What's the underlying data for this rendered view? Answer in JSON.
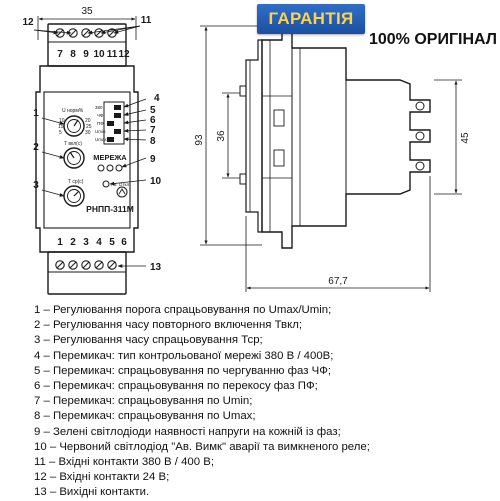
{
  "badges": {
    "guarantee": "ГАРАНТІЯ",
    "original": "100% ОРИГІНАЛ"
  },
  "colors": {
    "badge_blue": "#1c4f9e",
    "badge_text": "#ffd24a",
    "line": "#1a1a1a"
  },
  "front_view": {
    "width_dim": "35",
    "callout_top_left": "12",
    "callout_top_right": "11",
    "top_terminals": [
      "7",
      "8",
      "9",
      "10",
      "11",
      "12"
    ],
    "bottom_terminals": [
      "1",
      "2",
      "3",
      "4",
      "5",
      "6"
    ],
    "side_callouts_left": [
      "1",
      "2",
      "3"
    ],
    "side_callouts_right": [
      "4",
      "5",
      "6",
      "7",
      "8",
      "9",
      "10"
    ],
    "bottom_callout": "13",
    "panel": {
      "u_label": "U норм%",
      "t_on_label": "T вкл(с)",
      "t_sr_label": "T ср(с)",
      "u_ticks_left": [
        "10",
        "15",
        "5"
      ],
      "u_ticks_right": [
        "20",
        "25",
        "30"
      ],
      "switch_labels": [
        "380",
        "ЧФ",
        "ПФ",
        "Umin",
        "Umax"
      ],
      "mains_label": "МЕРЕЖА",
      "fault_label": "Ав. Откл.",
      "model": "РНПП-311М"
    }
  },
  "side_view": {
    "height_dim": "93",
    "inner_dim": "36",
    "right_dim": "45",
    "depth_dim": "67,7"
  },
  "legend": [
    "1 – Регулювання порога спрацьовування по Umax/Umin;",
    "2 – Регулювання часу повторного включення Твкл;",
    "3 – Регулювання часу спрацьовування Тср;",
    "4 – Перемикач: тип контрольованої мережі 380 В / 400В;",
    "5 – Перемикач: спрацьовування по чергуванню фаз ЧФ;",
    "6 – Перемикач: спрацьовування по перекосу фаз ПФ;",
    "7 – Перемикач: спрацьовування по Umin;",
    "8 – Перемикач: спрацьовування по Umax;",
    "9 – Зелені світлодіоди наявності напруги на кожній із фаз;",
    "10 – Червоний світлодіод \"Ав. Вимк\" аварії та вимкненого реле;",
    "11 – Вхідні контакти 380 В / 400 В;",
    "12 – Вхідні контакти 24 В;",
    "13 – Вихідні контакти."
  ]
}
